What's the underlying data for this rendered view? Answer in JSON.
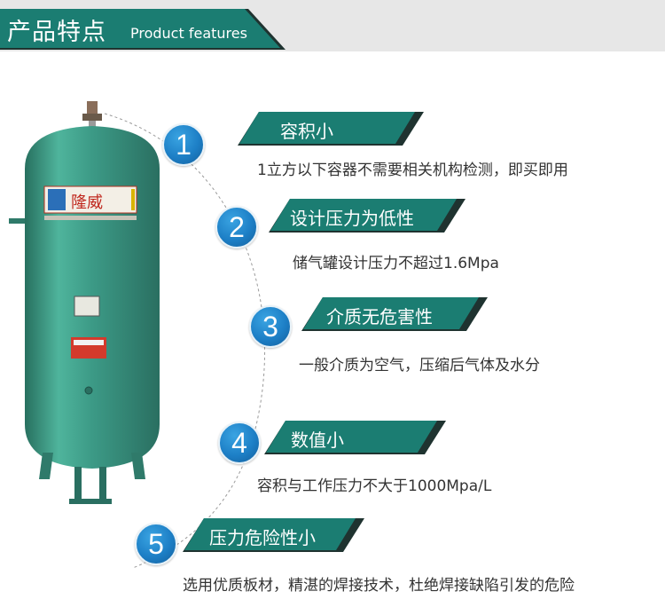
{
  "header": {
    "title_cn": "产品特点",
    "title_en": "Product features"
  },
  "colors": {
    "accent": "#1b7d72",
    "badge_dark": "#1f3330",
    "circle": "#1d7fc6",
    "tank": "#3c9a86"
  },
  "tank_label": "隆威",
  "features": [
    {
      "number": "1",
      "title": "容积小",
      "desc": "1立方以下容器不需要相关机构检测，即买即用"
    },
    {
      "number": "2",
      "title": "设计压力为低性",
      "desc": "储气罐设计压力不超过1.6Mpa"
    },
    {
      "number": "3",
      "title": "介质无危害性",
      "desc": "一般介质为空气，压缩后气体及水分"
    },
    {
      "number": "4",
      "title": "数值小",
      "desc": "容积与工作压力不大于1000Mpa/L"
    },
    {
      "number": "5",
      "title": "压力危险性小",
      "desc": "选用优质板材，精湛的焊接技术，杜绝焊接缺陷引发的危险"
    }
  ]
}
